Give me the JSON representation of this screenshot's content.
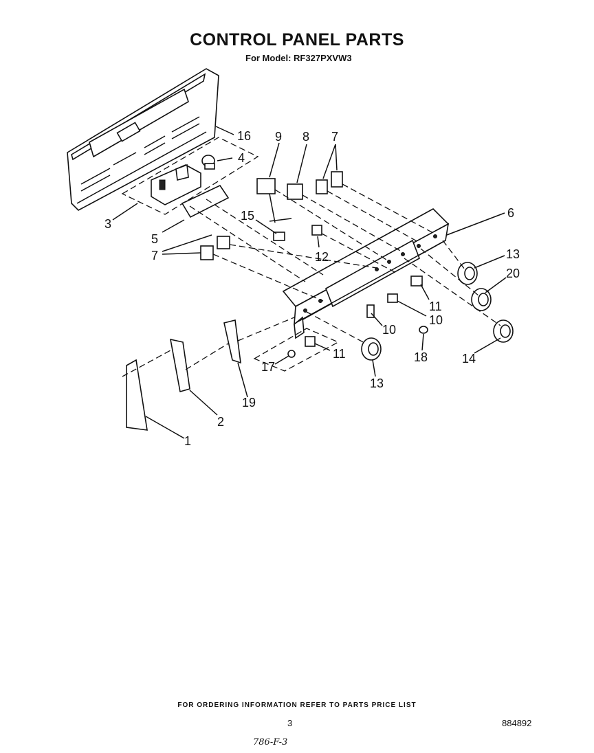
{
  "title": "CONTROL PANEL PARTS",
  "subtitle": "For Model: RF327PXVW3",
  "callouts": {
    "c1": "1",
    "c2": "2",
    "c3": "3",
    "c4": "4",
    "c5": "5",
    "c6": "6",
    "c7a": "7",
    "c7b": "7",
    "c8": "8",
    "c9": "9",
    "c10a": "10",
    "c10b": "10",
    "c11a": "11",
    "c11b": "11",
    "c12": "12",
    "c13a": "13",
    "c13b": "13",
    "c14": "14",
    "c15": "15",
    "c16": "16",
    "c17": "17",
    "c18": "18",
    "c19": "19",
    "c20": "20"
  },
  "footer": {
    "ordering_info": "FOR ORDERING INFORMATION REFER TO PARTS PRICE LIST",
    "page_number": "3",
    "doc_code": "884892",
    "handwritten_note": "786-F-3"
  }
}
